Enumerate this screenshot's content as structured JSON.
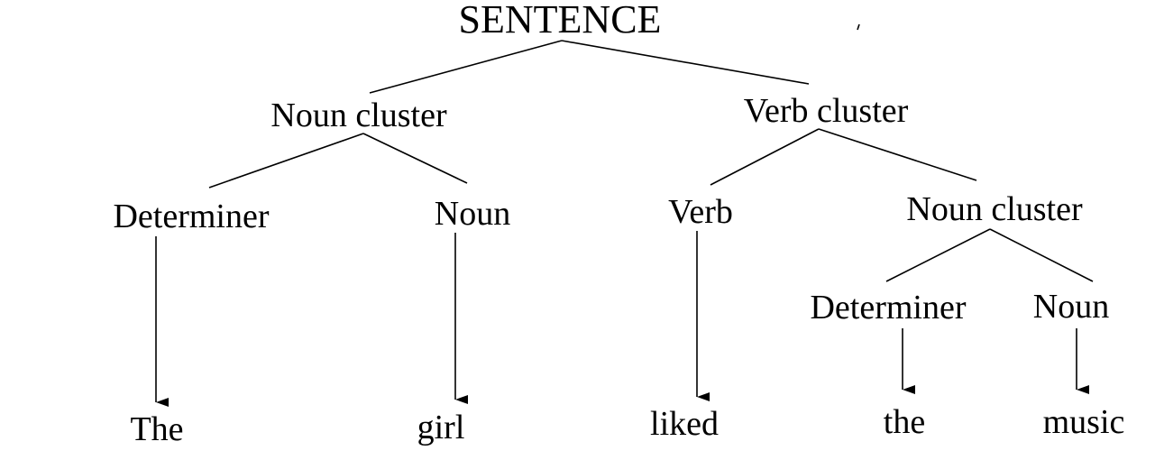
{
  "tree": {
    "root": "SENTENCE",
    "nodes": [
      {
        "id": "sentence",
        "label": "SENTENCE",
        "parent": null
      },
      {
        "id": "nc1",
        "label": "Noun cluster",
        "parent": "sentence"
      },
      {
        "id": "vc",
        "label": "Verb cluster",
        "parent": "sentence"
      },
      {
        "id": "det1",
        "label": "Determiner",
        "parent": "nc1"
      },
      {
        "id": "noun1",
        "label": "Noun",
        "parent": "nc1"
      },
      {
        "id": "verb",
        "label": "Verb",
        "parent": "vc"
      },
      {
        "id": "nc2",
        "label": "Noun cluster",
        "parent": "vc"
      },
      {
        "id": "det2",
        "label": "Determiner",
        "parent": "nc2"
      },
      {
        "id": "noun2",
        "label": "Noun",
        "parent": "nc2"
      },
      {
        "id": "w1",
        "label": "The",
        "parent": "det1"
      },
      {
        "id": "w2",
        "label": "girl",
        "parent": "noun1"
      },
      {
        "id": "w3",
        "label": "liked",
        "parent": "verb"
      },
      {
        "id": "w4",
        "label": "the",
        "parent": "det2"
      },
      {
        "id": "w5",
        "label": "music",
        "parent": "noun2"
      }
    ]
  }
}
